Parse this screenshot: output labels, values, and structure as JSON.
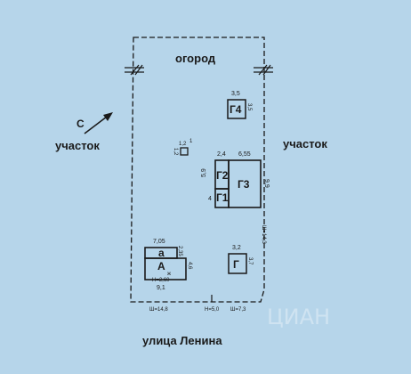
{
  "labels": {
    "garden": "огород",
    "plot_left": "участок",
    "plot_right": "участок",
    "street": "улица Ленина",
    "north": "С"
  },
  "buildings": {
    "g4": {
      "name": "Г4",
      "dim_top": "3,5",
      "dim_side": "3,5"
    },
    "g3": {
      "name": "Г3",
      "dim_top": "6,55",
      "dim_side": "9,9"
    },
    "g2": {
      "name": "Г2",
      "dim_side": "5,9",
      "dim_top": "2,4"
    },
    "g1": {
      "name": "Г1",
      "dim_side": "4"
    },
    "g": {
      "name": "Г",
      "dim_top": "3,2",
      "dim_side": "3,7"
    },
    "a": {
      "name": "а",
      "dim_top": "7,05",
      "dim_side": "2,35"
    },
    "A": {
      "name": "А",
      "material": "ж",
      "height": "Н=2,60",
      "dim_bottom": "9,1",
      "dim_side": "4,6"
    },
    "small": {
      "dim_top": "1,2",
      "dim_side": "1,2",
      "name": "1"
    }
  },
  "marks": {
    "right_side": "Ш=14,3",
    "bottom_left": "Ш=14,8",
    "bottom_center": "Н=5,0",
    "bottom_right": "Ш=7,3"
  },
  "watermark": "ЦИАН"
}
